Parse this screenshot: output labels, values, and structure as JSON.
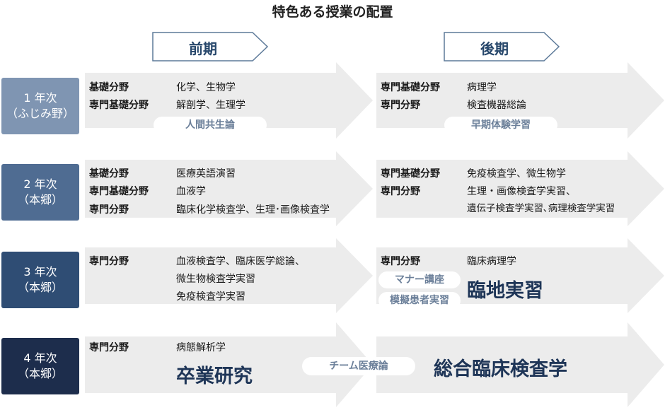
{
  "title": "特色ある授業の配置",
  "phases": {
    "first": "前期",
    "second": "後期"
  },
  "rows": [
    {
      "year": [
        "1 年次",
        "（ふじみ野）"
      ],
      "color": "#7f95b2",
      "first": {
        "cats": [
          "基礎分野",
          "専門基礎分野"
        ],
        "items": [
          "化学、生物学",
          "解剖学、生理学"
        ],
        "pill": "人間共生論"
      },
      "second": {
        "cats": [
          "専門基礎分野",
          "専門分野"
        ],
        "items": [
          "病理学",
          "検査機器総論"
        ],
        "pill": "早期体験学習"
      }
    },
    {
      "year": [
        "2 年次",
        "（本郷）"
      ],
      "color": "#4f6c92",
      "first": {
        "cats": [
          "基礎分野",
          "専門基礎分野",
          "専門分野"
        ],
        "items": [
          "医療英語演習",
          "血液学",
          "臨床化学検査学、生理･画像検査学"
        ]
      },
      "second": {
        "cats": [
          "専門基礎分野",
          "専門分野"
        ],
        "items": [
          "免疫検査学、微生物学",
          "生理・画像検査学実習、",
          "遺伝子検査学実習､病理検査学実習"
        ]
      }
    },
    {
      "year": [
        "3 年次",
        "（本郷）"
      ],
      "color": "#2f4d74",
      "first": {
        "cats": [
          "専門分野"
        ],
        "items": [
          "血液検査学、臨床医学総論、",
          "微生物検査学実習",
          "免疫検査学実習"
        ]
      },
      "second": {
        "cats": [
          "専門分野"
        ],
        "items": [
          "臨床病理学"
        ],
        "pills": [
          "マナー講座",
          "模擬患者実習"
        ],
        "big": "臨地実習"
      }
    },
    {
      "year": [
        "4 年次",
        "（本郷）"
      ],
      "color": "#1d2d4c",
      "first": {
        "cats": [
          "専門分野"
        ],
        "items": [
          "病態解析学"
        ],
        "big": "卒業研究"
      },
      "center_pill": "チーム医療論",
      "second": {
        "big": "総合臨床検査学"
      }
    }
  ]
}
